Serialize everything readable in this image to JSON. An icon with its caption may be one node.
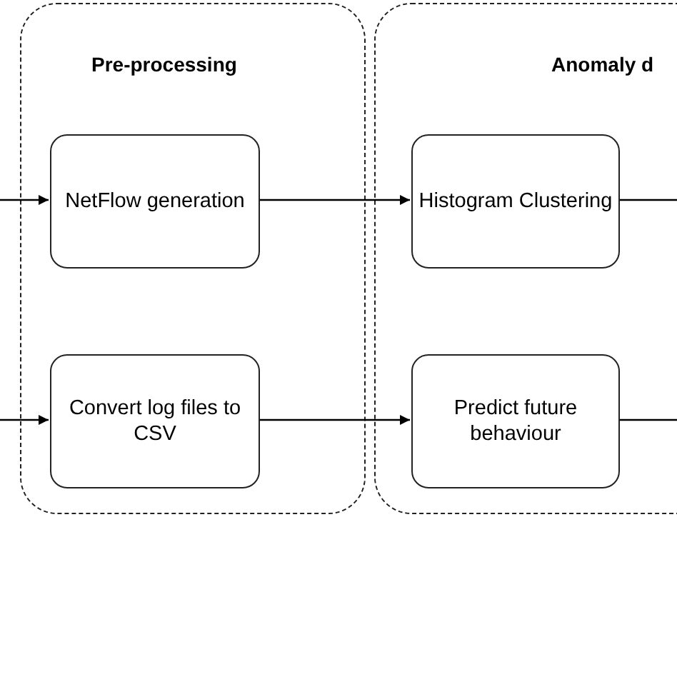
{
  "diagram": {
    "nodes": [
      {
        "text": [
          "Pre-processing"
        ]
      },
      {
        "text": [
          "NetFlow generation"
        ],
        "in": 0
      },
      {
        "text": [
          "Convert log files to CSV"
        ],
        "in": 0
      },
      {
        "text": [
          "Anomaly d"
        ]
      },
      {
        "text": [
          "Histogram Clustering"
        ],
        "in": 3
      },
      {
        "text": [
          "Predict future behaviour"
        ],
        "in": 3
      }
    ],
    "edges": [
      {
        "from": null,
        "to": 1,
        "arrow": "to"
      },
      {
        "from": 1,
        "to": 4,
        "arrow": "to"
      },
      {
        "from": 4,
        "to": null,
        "arrow": "none"
      },
      {
        "from": null,
        "to": 2,
        "arrow": "to"
      },
      {
        "from": 2,
        "to": 5,
        "arrow": "to"
      },
      {
        "from": 5,
        "to": null,
        "arrow": "none"
      }
    ]
  }
}
